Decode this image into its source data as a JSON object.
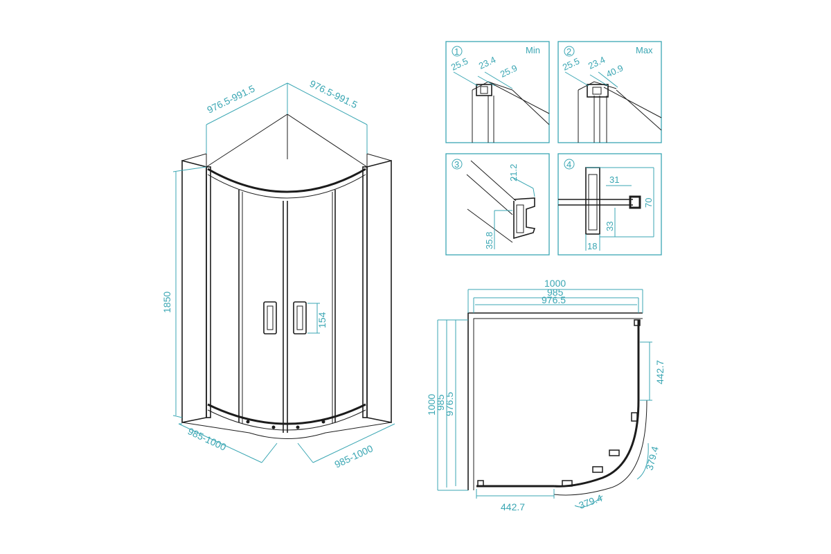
{
  "colors": {
    "dimension": "#3aa6b3",
    "line": "#1c1c1c",
    "background": "#ffffff"
  },
  "perspective": {
    "width_top_left": "976.5-991.5",
    "width_top_right": "976.5-991.5",
    "height": "1850",
    "handle": "154",
    "width_bottom_left": "985-1000",
    "width_bottom_right": "985-1000"
  },
  "details": [
    {
      "num": "1",
      "label": "Min",
      "dims": [
        "25.5",
        "23.4",
        "25.9"
      ]
    },
    {
      "num": "2",
      "label": "Max",
      "dims": [
        "25.5",
        "23.4",
        "40.9"
      ]
    },
    {
      "num": "3",
      "label": "",
      "dims": [
        "21.2",
        "35.8"
      ]
    },
    {
      "num": "4",
      "label": "",
      "dims": [
        "31",
        "70",
        "33",
        "18"
      ]
    }
  ],
  "plan": {
    "top": [
      "1000",
      "985",
      "976.5"
    ],
    "left": [
      "1000",
      "985",
      "976.5"
    ],
    "right_straight": "442.7",
    "bottom_straight": "442.7",
    "right_arc": "379.4",
    "bottom_arc": "379.4"
  }
}
